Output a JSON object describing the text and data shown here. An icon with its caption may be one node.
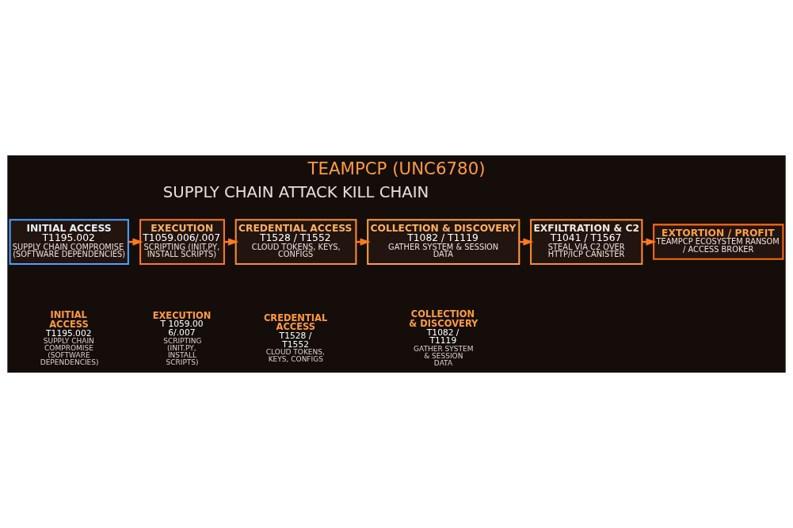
{
  "diagram": {
    "title": "TEAMPCP (UNC6780)",
    "nodes": [
      {
        "text": [
          "INITIAL ACCESS",
          "T1195.002",
          "SUPPLY CHAIN COMPROMISE",
          "(SOFTWARE DEPENDENCIES)"
        ]
      },
      {
        "text": [
          "EXECUTION",
          "T1059.006/.007",
          "SCRIPTING (INIT.PY, INSTALL SCRIPTS)"
        ]
      },
      {
        "text": [
          "CREDENTIAL ACCESS",
          "T1528 / T1552",
          "CLOUD TOKENS, KEYS, CONFIGS"
        ]
      },
      {
        "text": [
          "COLLECTION & DISCOVERY",
          "T1082 / T1119",
          "GATHER SYSTEM & SESSION DATA"
        ]
      },
      {
        "text": [
          "EXFILTRATION & C2",
          "T1041 / T1567",
          "STEAL VIA C2 OVER HTTP/ICP CANISTER"
        ]
      },
      {
        "text": [
          "EXTORTION / PROFIT",
          "TEAMPCP ECOSYSTEM RANSOM / ACCESS BROKER"
        ]
      }
    ],
    "edges": [
      {
        "from": 0,
        "to": 1,
        "arrow": "to"
      },
      {
        "from": 1,
        "to": 2,
        "arrow": "to"
      },
      {
        "from": 2,
        "to": 3,
        "arrow": "to"
      },
      {
        "from": 3,
        "to": 4,
        "arrow": "to"
      },
      {
        "from": 4,
        "to": 5,
        "arrow": "to"
      }
    ],
    "labels": [
      "SUPPLY CHAIN ATTACK KILL CHAIN",
      "INITIAL ACCESS",
      "T1195.002",
      "SUPPLY CHAIN COMPROMISE (SOFTWARE DEPENDENCIES)",
      "EXECUTION",
      "T 1059.006/.007",
      "SCRIPTING (INIT.PY, INSTALL SCRIPTS)",
      "CREDENTIAL ACCESS",
      "T1528 / T1552",
      "CLOUD TOKENS, KEYS, CONFIGS",
      "COLLECTION & DISCOVERY",
      "T1082 / T1119",
      "GATHER SYSTEM & SESSION DATA"
    ]
  }
}
